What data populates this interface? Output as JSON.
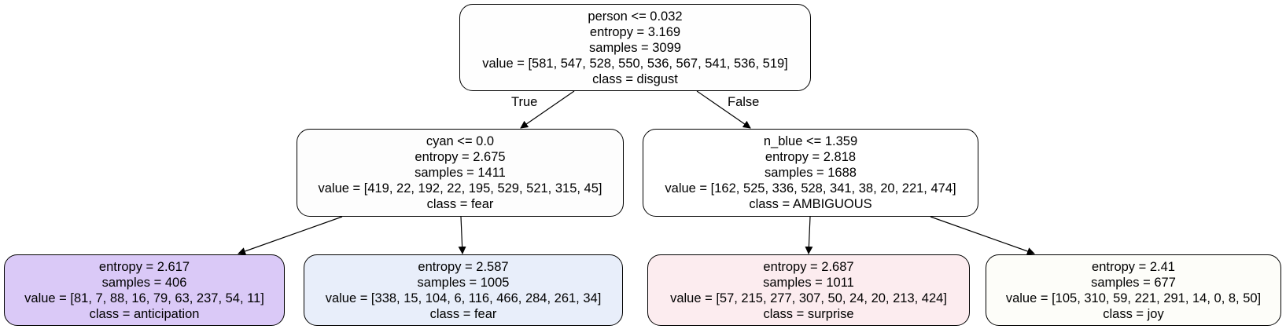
{
  "nodes": {
    "root": {
      "split": "person <= 0.032",
      "entropy": "entropy = 3.169",
      "samples": "samples = 3099",
      "value": "value = [581, 547, 528, 550, 536, 567, 541, 536, 519]",
      "class": "class = disgust",
      "fill": "#fefefe"
    },
    "left": {
      "split": "cyan <= 0.0",
      "entropy": "entropy = 2.675",
      "samples": "samples = 1411",
      "value": "value = [419, 22, 192, 22, 195, 529, 521, 315, 45]",
      "class": "class = fear",
      "fill": "#fdfdfd"
    },
    "right": {
      "split": "n_blue <= 1.359",
      "entropy": "entropy = 2.818",
      "samples": "samples = 1688",
      "value": "value = [162, 525, 336, 528, 341, 38, 20, 221, 474]",
      "class": "class = AMBIGUOUS",
      "fill": "#ffffff"
    },
    "leaf_anticipation": {
      "entropy": "entropy = 2.617",
      "samples": "samples = 406",
      "value": "value = [81, 7, 88, 16, 79, 63, 237, 54, 11]",
      "class": "class = anticipation",
      "fill": "#dac9f7"
    },
    "leaf_fear": {
      "entropy": "entropy = 2.587",
      "samples": "samples = 1005",
      "value": "value = [338, 15, 104, 6, 116, 466, 284, 261, 34]",
      "class": "class = fear",
      "fill": "#e8eefa"
    },
    "leaf_surprise": {
      "entropy": "entropy = 2.687",
      "samples": "samples = 1011",
      "value": "value = [57, 215, 277, 307, 50, 24, 20, 213, 424]",
      "class": "class = surprise",
      "fill": "#fcecef"
    },
    "leaf_joy": {
      "entropy": "entropy = 2.41",
      "samples": "samples = 677",
      "value": "value = [105, 310, 59, 221, 291, 14, 0, 8, 50]",
      "class": "class = joy",
      "fill": "#fdfdf9"
    }
  },
  "edge_labels": {
    "true": "True",
    "false": "False"
  },
  "colors": {
    "border": "#000000",
    "edge": "#000000"
  }
}
